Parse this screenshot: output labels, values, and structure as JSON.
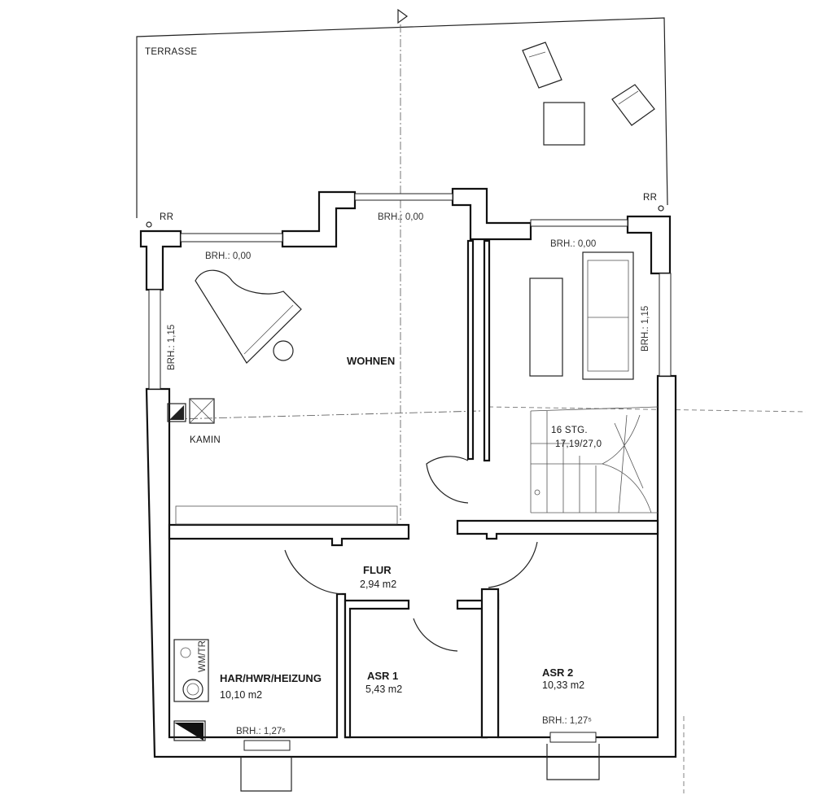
{
  "plan": {
    "labels": {
      "terrace": "TERRASSE",
      "rr_left": "RR",
      "rr_right": "RR",
      "brh_top_center": "BRH.: 0,00",
      "brh_living": "BRH.: 0,00",
      "brh_right_room": "BRH.: 0,00",
      "brh_left_wall": "BRH.: 1,15",
      "brh_right_wall": "BRH.: 1,15",
      "fireplace": "KAMIN",
      "stairs_line1": "16 STG.",
      "stairs_line2": "17,19/27,0",
      "washer": "WM/TR",
      "brh_utility": "BRH.: 1,27⁵",
      "brh_asr2": "BRH.: 1,27⁵"
    },
    "rooms": {
      "living": {
        "name": "WOHNEN"
      },
      "hall": {
        "name": "FLUR",
        "area": "2,94 m2"
      },
      "utility": {
        "name": "HAR/HWR/HEIZUNG",
        "area": "10,10 m2"
      },
      "asr1": {
        "name": "ASR 1",
        "area": "5,43 m2"
      },
      "asr2": {
        "name": "ASR 2",
        "area": "10,33 m2"
      }
    }
  }
}
